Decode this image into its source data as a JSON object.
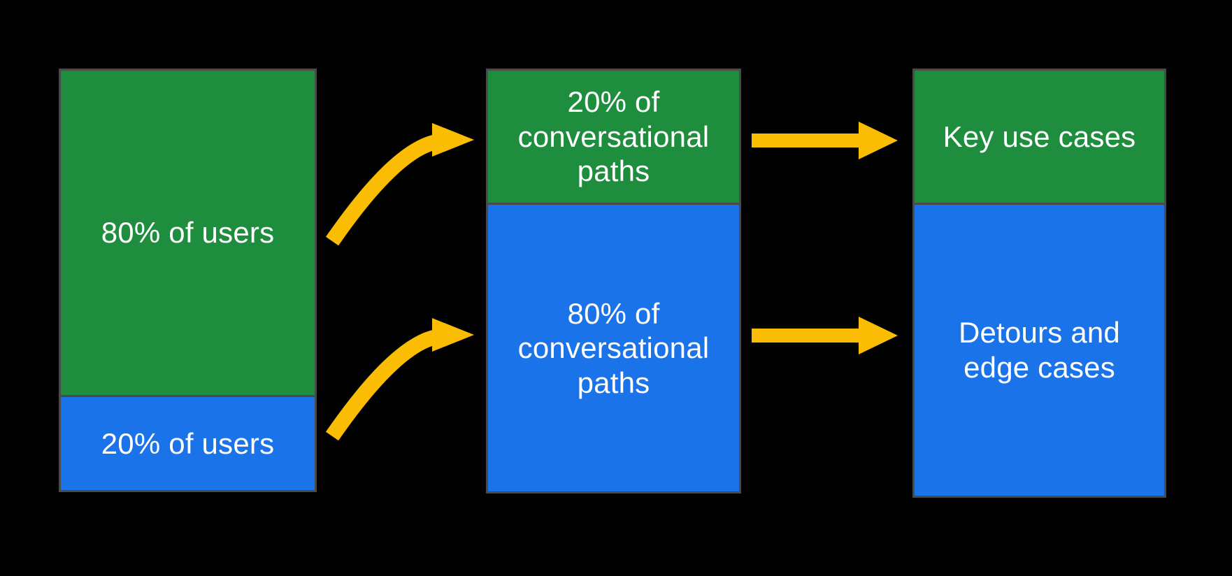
{
  "colors": {
    "green": "#1e8e3e",
    "blue": "#1a73e8",
    "arrow": "#fbbc04",
    "border": "#4a4a4a",
    "background": "#000000",
    "text": "#ffffff"
  },
  "diagram": {
    "columns": [
      {
        "name": "users",
        "segments": [
          {
            "label": "80% of users",
            "value": "80%",
            "color_key": "green"
          },
          {
            "label": "20% of users",
            "value": "20%",
            "color_key": "blue"
          }
        ]
      },
      {
        "name": "conversational-paths",
        "segments": [
          {
            "label": "20% of conversational paths",
            "value": "20%",
            "color_key": "green"
          },
          {
            "label": "80% of conversational paths",
            "value": "80%",
            "color_key": "blue"
          }
        ]
      },
      {
        "name": "outcomes",
        "segments": [
          {
            "label": "Key use cases",
            "color_key": "green"
          },
          {
            "label": "Detours and edge cases",
            "color_key": "blue"
          }
        ]
      }
    ],
    "arrows": [
      {
        "from": "80% of users",
        "to": "20% of conversational paths",
        "style": "curved"
      },
      {
        "from": "20% of users",
        "to": "80% of conversational paths",
        "style": "curved"
      },
      {
        "from": "20% of conversational paths",
        "to": "Key use cases",
        "style": "straight"
      },
      {
        "from": "80% of conversational paths",
        "to": "Detours and edge cases",
        "style": "straight"
      }
    ]
  }
}
